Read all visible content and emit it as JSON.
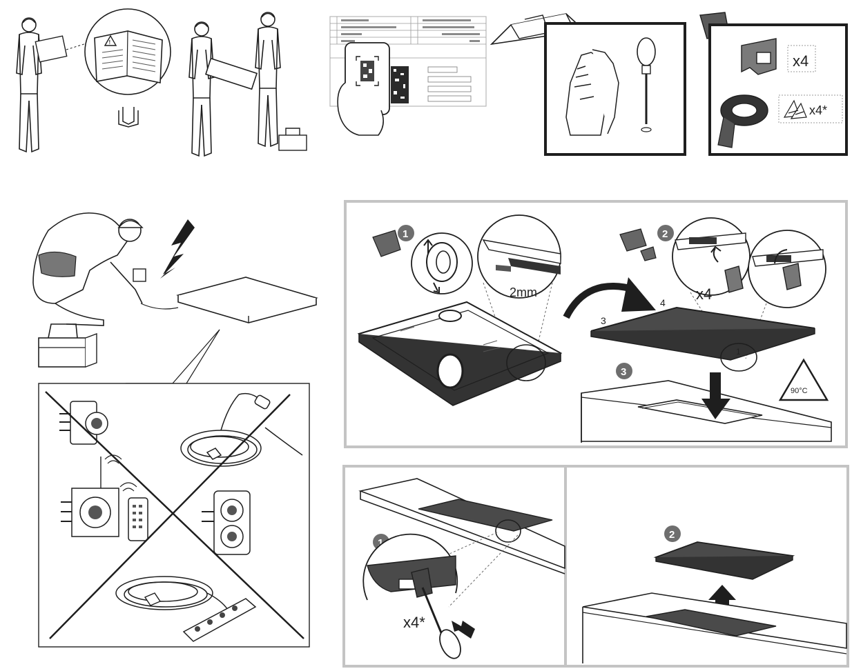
{
  "colors": {
    "line": "#1e1e1e",
    "panel_border": "#c4c4c4",
    "hob_dark": "#4a4a4a",
    "step_badge": "#6e6e6e"
  },
  "labels": {
    "brackets_qty": "x4",
    "screws_qty": "x4*",
    "gap": "2mm",
    "clips_qty": "x4",
    "temperature": "90°C",
    "corner_3": "3",
    "corner_4": "4",
    "corner_1": "1",
    "remove_qty": "x4*"
  },
  "steps": {
    "seal": "1",
    "clips": "2",
    "place": "3",
    "release": "1",
    "lift": "2"
  },
  "icons": [
    "manual-icon",
    "qr-code-icon",
    "toolbox-icon",
    "gloves-icon",
    "screwdriver-icon",
    "bracket-icon",
    "sealing-tape-icon",
    "screws-icon",
    "lightning-icon",
    "adapter-icon",
    "extension-cable-icon",
    "timer-socket-icon",
    "double-socket-icon",
    "power-strip-icon",
    "warning-triangle-icon"
  ]
}
